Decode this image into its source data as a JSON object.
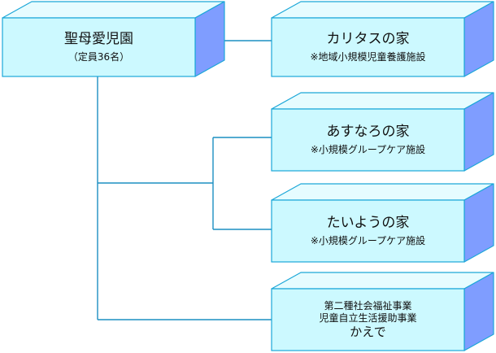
{
  "boxes": {
    "main": {
      "title": "聖母愛児園",
      "subtitle": "（定員36名）"
    },
    "caritas": {
      "title": "カリタスの家",
      "subtitle": "※地域小規模児童養護施設"
    },
    "asunaro": {
      "title": "あすなろの家",
      "subtitle": "※小規模グループケア施設"
    },
    "taiyou": {
      "title": "たいようの家",
      "subtitle": "※小規模グループケア施設"
    },
    "kaede": {
      "line1": "第二種社会福祉事業",
      "line2": "児童自立生活援助事業",
      "line3": "かえで"
    }
  },
  "colors": {
    "front": "#ccf9ff",
    "top": "#e6fcff",
    "side": "#7f9dff",
    "edge": "#1ca7d8",
    "connector": "#1c8fc2"
  }
}
